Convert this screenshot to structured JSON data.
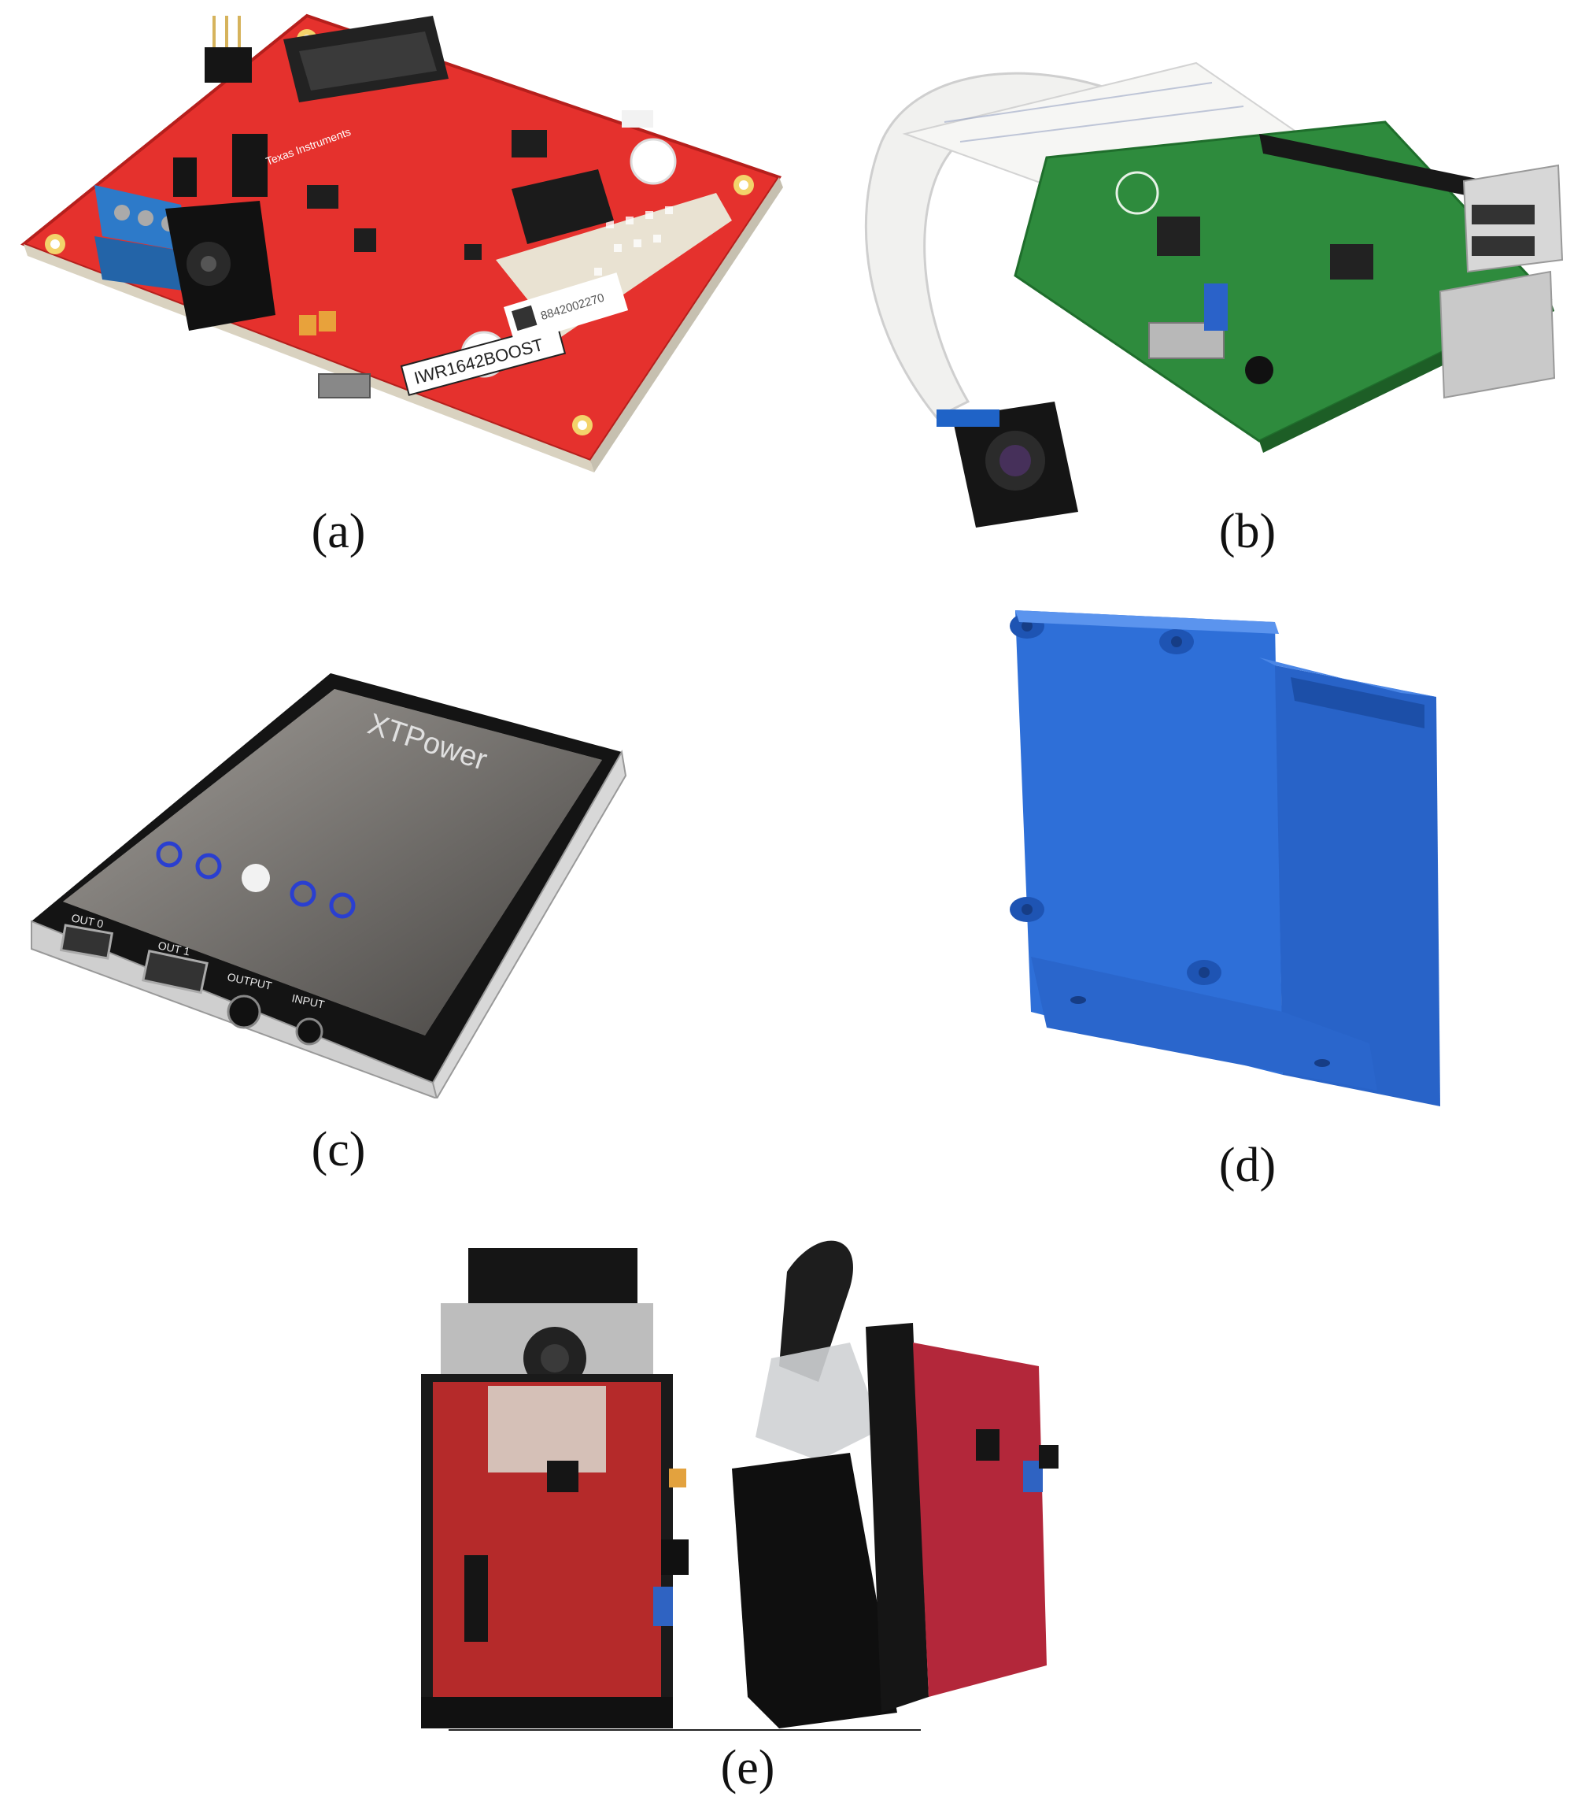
{
  "figure": {
    "captions": {
      "a": "(a)",
      "b": "(b)",
      "c": "(c)",
      "d": "(d)",
      "e": "(e)"
    },
    "panel_a": {
      "board_label": "IWR1642BOOST",
      "serial_label": "8842002270",
      "brand": "Texas Instruments"
    },
    "panel_c": {
      "brand": "XTPower",
      "port_labels": [
        "OUT 0",
        "OUT 1",
        "OUTPUT",
        "INPUT"
      ],
      "led_count": 5
    }
  }
}
